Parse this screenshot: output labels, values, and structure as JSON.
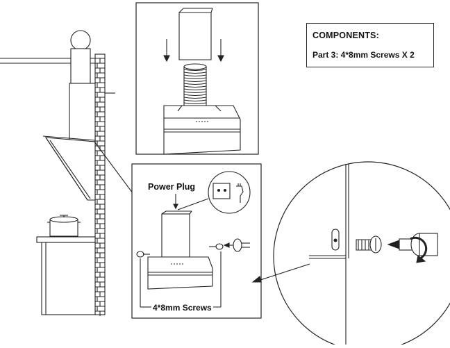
{
  "components": {
    "title": "COMPONENTS:",
    "part": "Part 3:  4*8mm Screws X 2"
  },
  "labels": {
    "power_plug": "Power Plug",
    "screws": "4*8mm Screws"
  }
}
